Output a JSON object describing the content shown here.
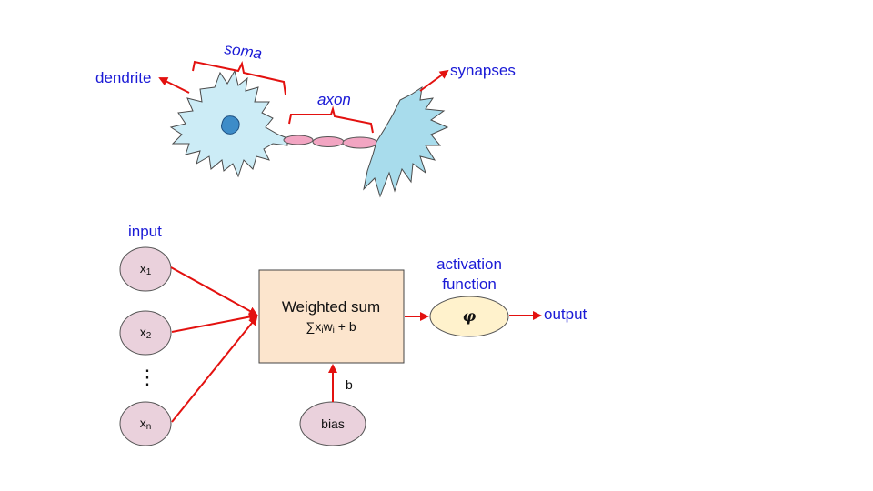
{
  "neuron": {
    "labels": {
      "dendrite": "dendrite",
      "soma": "soma",
      "axon": "axon",
      "synapses": "synapses"
    }
  },
  "perceptron": {
    "input_label": "input",
    "inputs": [
      {
        "base": "x",
        "sub": "1"
      },
      {
        "base": "x",
        "sub": "2"
      },
      {
        "base": "x",
        "sub": "n"
      }
    ],
    "ellipsis": "⋮",
    "sum_box": {
      "title": "Weighted sum",
      "formula_prefix": "∑x",
      "formula_sub1": "i",
      "formula_mid": "w",
      "formula_sub2": "i",
      "formula_suffix": " + b"
    },
    "bias": {
      "node_label": "bias",
      "edge_label": "b"
    },
    "activation": {
      "label_line1": "activation",
      "label_line2": "function",
      "symbol": "φ"
    },
    "output_label": "output"
  },
  "colors": {
    "arrow": "#e3110f",
    "label_blue": "#1a1ad6",
    "node_fill": "#ead1dc",
    "box_fill": "#fce5cd",
    "activation_fill": "#fff2cc",
    "neuron_body": "#a8dcec",
    "neuron_nucleus": "#3d8cc8",
    "axon_myelin": "#f2a5c2"
  }
}
